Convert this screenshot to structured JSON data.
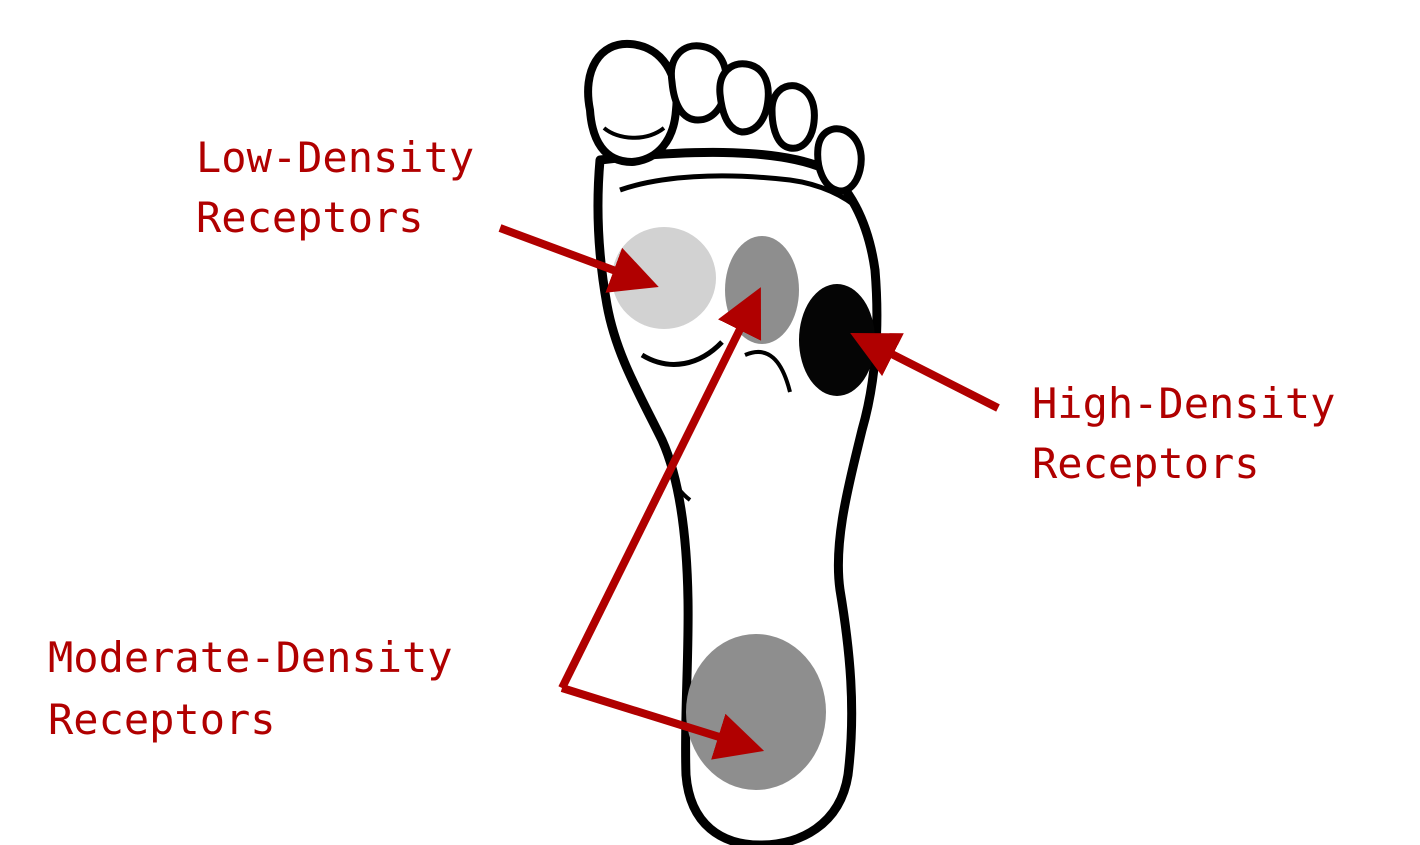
{
  "labels": {
    "low_density": {
      "line1": "Low-Density",
      "line2": "Receptors"
    },
    "high_density": {
      "line1": "High-Density",
      "line2": "Receptors"
    },
    "moderate_density": {
      "line1": "Moderate-Density",
      "line2": "Receptors"
    }
  },
  "colors": {
    "label_text": "#b00000",
    "arrow": "#b00000",
    "low_density_fill": "#d2d2d2",
    "moderate_density_fill": "#8e8e8e",
    "high_density_fill": "#050505",
    "foot_outline": "#000000"
  }
}
